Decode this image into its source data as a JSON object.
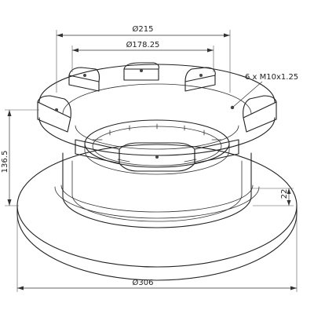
{
  "drawing": {
    "subject": "brake disc technical drawing",
    "dimensions": {
      "top_outer_diameter": "Ø215",
      "top_inner_diameter": "Ø178.25",
      "bolt_holes": "6 x M10x1.25",
      "total_height": "136.5",
      "disc_thickness": "22",
      "disc_diameter": "Ø306"
    },
    "colors": {
      "line": "#222222",
      "background": "#ffffff"
    }
  }
}
